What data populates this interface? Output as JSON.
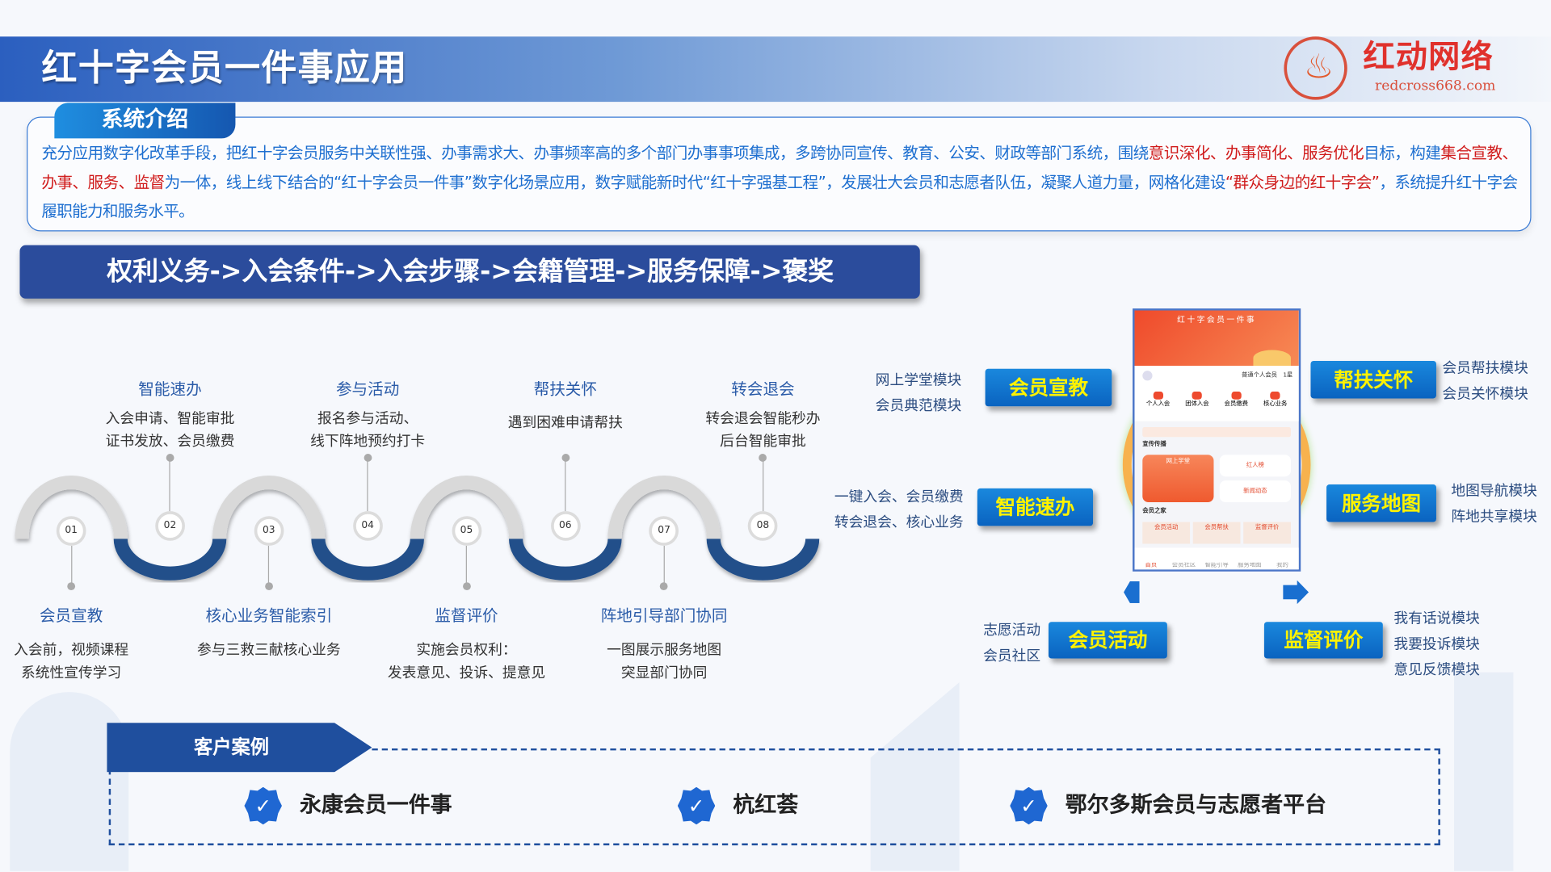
{
  "header": {
    "title": "红十字会员一件事应用",
    "logo_text": "红动网络",
    "logo_url": "redcross668.com"
  },
  "intro": {
    "tab": "系统介绍",
    "segments": [
      {
        "t": "充分应用数字化改革手段，把红十字会员服务中关联性强、办事需求大、办事频率高的多个部门办事事项集成，多跨协同宣传、教育、公安、财政等部门系统，围绕",
        "red": false
      },
      {
        "t": "意识深化、办事简化、服务优化",
        "red": true
      },
      {
        "t": "目标，构建",
        "red": false
      },
      {
        "t": "集合宣教、办事、服务、监督",
        "red": true
      },
      {
        "t": "为一体，线上线下结合的“红十字会员一件事”数字化场景应用，数字赋能新时代“红十字强基工程”，发展壮大会员和志愿者队伍，凝聚人道力量，网格化建设",
        "red": false
      },
      {
        "t": "“群众身边的红十字会”",
        "red": true
      },
      {
        "t": "，系统提升红十字会履职能力和服务水平。",
        "red": false
      }
    ]
  },
  "flow": {
    "label": "权利义务->入会条件->入会步骤->会籍管理->服务保障->褒奖"
  },
  "timeline": {
    "steps": [
      {
        "num": "01",
        "title": "会员宣教",
        "desc": [
          "入会前，视频课程",
          "系统性宣传学习"
        ]
      },
      {
        "num": "02",
        "title": "智能速办",
        "desc": [
          "入会申请、智能审批",
          "证书发放、会员缴费"
        ]
      },
      {
        "num": "03",
        "title": "核心业务智能索引",
        "desc": [
          "参与三救三献核心业务"
        ]
      },
      {
        "num": "04",
        "title": "参与活动",
        "desc": [
          "报名参与活动、",
          "线下阵地预约打卡"
        ]
      },
      {
        "num": "05",
        "title": "监督评价",
        "desc": [
          "实施会员权利：",
          "发表意见、投诉、提意见"
        ]
      },
      {
        "num": "06",
        "title": "帮扶关怀",
        "desc": [
          "遇到困难申请帮扶"
        ]
      },
      {
        "num": "07",
        "title": "阵地引导部门协同",
        "desc": [
          "一图展示服务地图",
          "突显部门协同"
        ]
      },
      {
        "num": "08",
        "title": "转会退会",
        "desc": [
          "转会退会智能秒办",
          "后台智能审批"
        ]
      }
    ],
    "colors": {
      "upper": "#d9d9d9",
      "lower": "#24508a"
    }
  },
  "modules": [
    {
      "label": "会员宣教",
      "items": [
        "网上学堂模块",
        "会员典范模块"
      ]
    },
    {
      "label": "帮扶关怀",
      "items": [
        "会员帮扶模块",
        "会员关怀模块"
      ]
    },
    {
      "label": "智能速办",
      "items": [
        "一键入会、会员缴费",
        "转会退会、核心业务"
      ]
    },
    {
      "label": "服务地图",
      "items": [
        "地图导航模块",
        "阵地共享模块"
      ]
    },
    {
      "label": "会员活动",
      "items": [
        "志愿活动",
        "会员社区"
      ]
    },
    {
      "label": "监督评价",
      "items": [
        "我有话说模块",
        "我要投诉模块",
        "意见反馈模块"
      ]
    }
  ],
  "phone": {
    "title": "红十字会员一件事",
    "member_level": "普通个人会员",
    "stars": "1星",
    "quick": [
      "个人入会",
      "团体入会",
      "会员缴费",
      "核心业务"
    ],
    "section1": "宣传传播",
    "cards": [
      "网上学堂",
      "红人榜",
      "新闻动态"
    ],
    "section2": "会员之家",
    "home_cards": [
      "会员活动",
      "会员帮扶",
      "监督评价"
    ],
    "nav": [
      "首页",
      "会员社区",
      "智能引导",
      "服务地图",
      "我的"
    ]
  },
  "cases": {
    "tab": "客户案例",
    "items": [
      "永康会员一件事",
      "杭红荟",
      "鄂尔多斯会员与志愿者平台"
    ]
  },
  "colors": {
    "primary": "#2b4c9c",
    "accent_text": "#fff200",
    "red": "#d01c1c"
  }
}
